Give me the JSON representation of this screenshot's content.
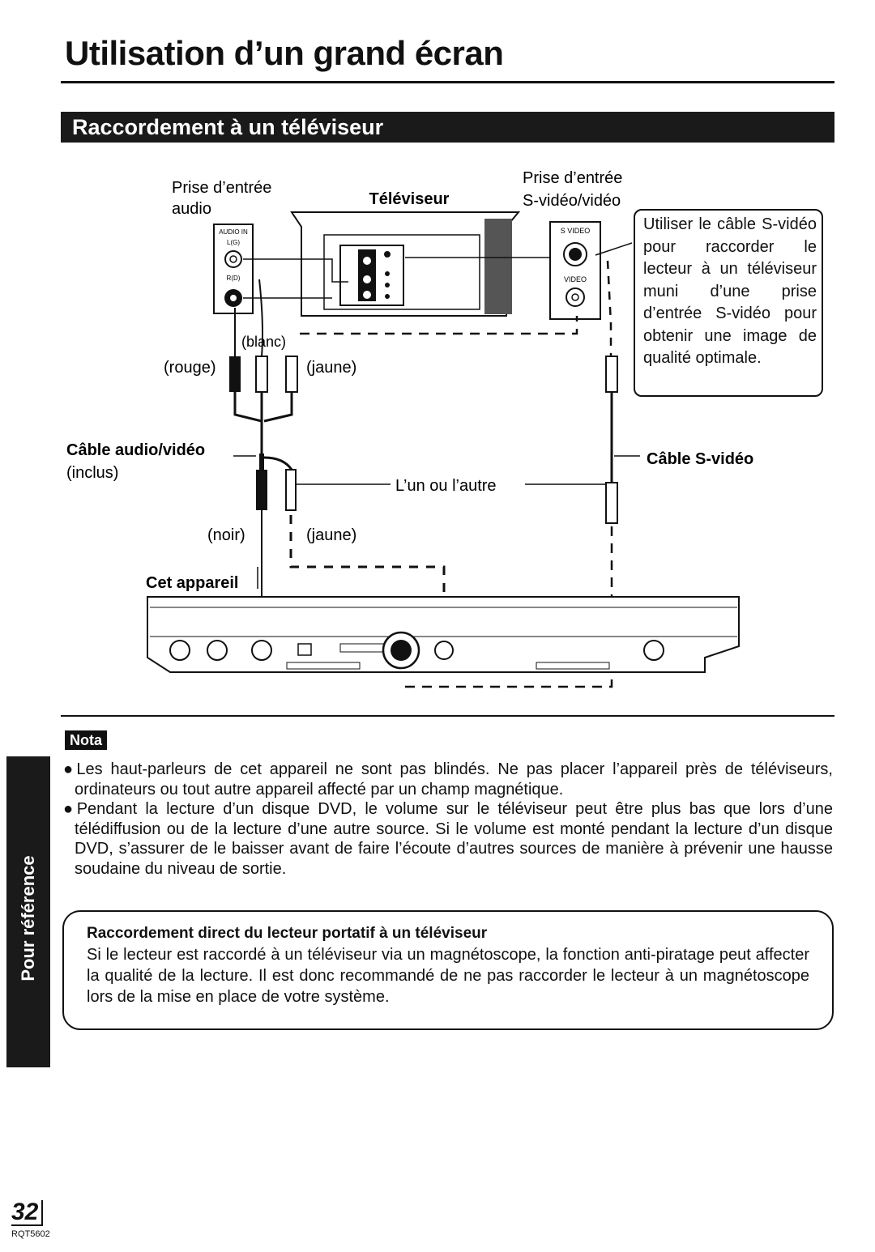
{
  "page": {
    "title": "Utilisation d’un grand écran",
    "section": "Raccordement à un téléviseur"
  },
  "diagram": {
    "label_audio_input": "Prise d’entrée\naudio",
    "label_tv": "Téléviseur",
    "label_svideo_input": "Prise d’entrée\nS-vidéo/vidéo",
    "tv_port_audio_in": "AUDIO IN",
    "tv_port_lg": "L(G)",
    "tv_port_rd": "R(D)",
    "tv_port_svideo": "S VIDEO",
    "tv_port_video": "VIDEO",
    "label_blanc": "(blanc)",
    "label_rouge": "(rouge)",
    "label_jaune_top": "(jaune)",
    "label_av_cable": "Câble audio/vidéo",
    "label_inclus": "(inclus)",
    "label_either": "L’un ou l’autre",
    "label_noir": "(noir)",
    "label_jaune_bottom": "(jaune)",
    "label_device": "Cet appareil",
    "label_svideo_cable": "Câble S-vidéo",
    "callout": "Utiliser le câble S-vidéo pour raccorder le lecteur à un téléviseur muni d’une prise d’entrée S-vidéo pour obtenir une image de qualité optimale."
  },
  "note": {
    "label": "Nota",
    "bullets": [
      "●Les haut-parleurs de cet appareil ne sont pas blindés. Ne pas placer l’appareil près de téléviseurs, ordinateurs ou tout autre appareil affecté par un champ magnétique.",
      "●Pendant la lecture d’un disque DVD, le volume sur le téléviseur peut être plus bas que lors d’une télédiffusion ou de la lecture d’une autre source. Si le volume est monté pendant la lecture d’un disque DVD, s’assurer de le baisser avant de faire l’écoute d’autres sources de manière à prévenir une hausse soudaine du niveau de sortie."
    ]
  },
  "box": {
    "heading": "Raccordement direct du lecteur portatif à un téléviseur",
    "text": "Si le lecteur est raccordé à un téléviseur via un magnétoscope, la fonction anti-piratage peut affecter la qualité de la lecture. Il est donc recommandé de ne pas raccorder le lecteur à un magnétoscope lors de la mise en place de votre système."
  },
  "side_tab": "Pour référence",
  "footer": {
    "page_number": "32",
    "code": "RQT5602"
  }
}
